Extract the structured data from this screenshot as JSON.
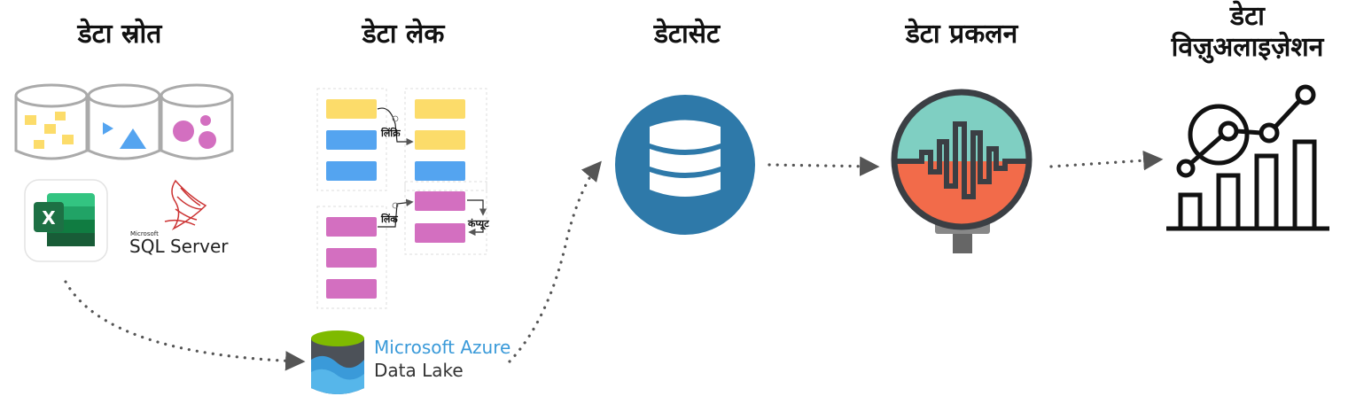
{
  "stages": {
    "source": {
      "title": "डेटा स्रोत"
    },
    "lake": {
      "title": "डेटा लेक"
    },
    "dataset": {
      "title": "डेटासेट"
    },
    "processing": {
      "title": "डेटा प्रकलन"
    },
    "visualization": {
      "title_line1": "डेटा",
      "title_line2": "विज़ुअलाइज़ेशन"
    }
  },
  "lake_diagram": {
    "sync_label": "लिंक्रि",
    "link_label": "लिंक",
    "compute_label": "कंप्यूट"
  },
  "logos": {
    "sql_brand": "Microsoft",
    "sql_name": "SQL Server",
    "azure_line1": "Microsoft Azure",
    "azure_line2": "Data Lake",
    "excel_letter": "X"
  },
  "colors": {
    "yellow": "#fcdc6a",
    "blue": "#54a4f0",
    "magenta": "#d36fc0",
    "dataset_blue": "#2e79a9",
    "teal": "#7fcfc2",
    "orange": "#f26b4a",
    "dots": "#555555",
    "excel_green": "#1d7044",
    "azure_blue": "#3a9ad9"
  }
}
